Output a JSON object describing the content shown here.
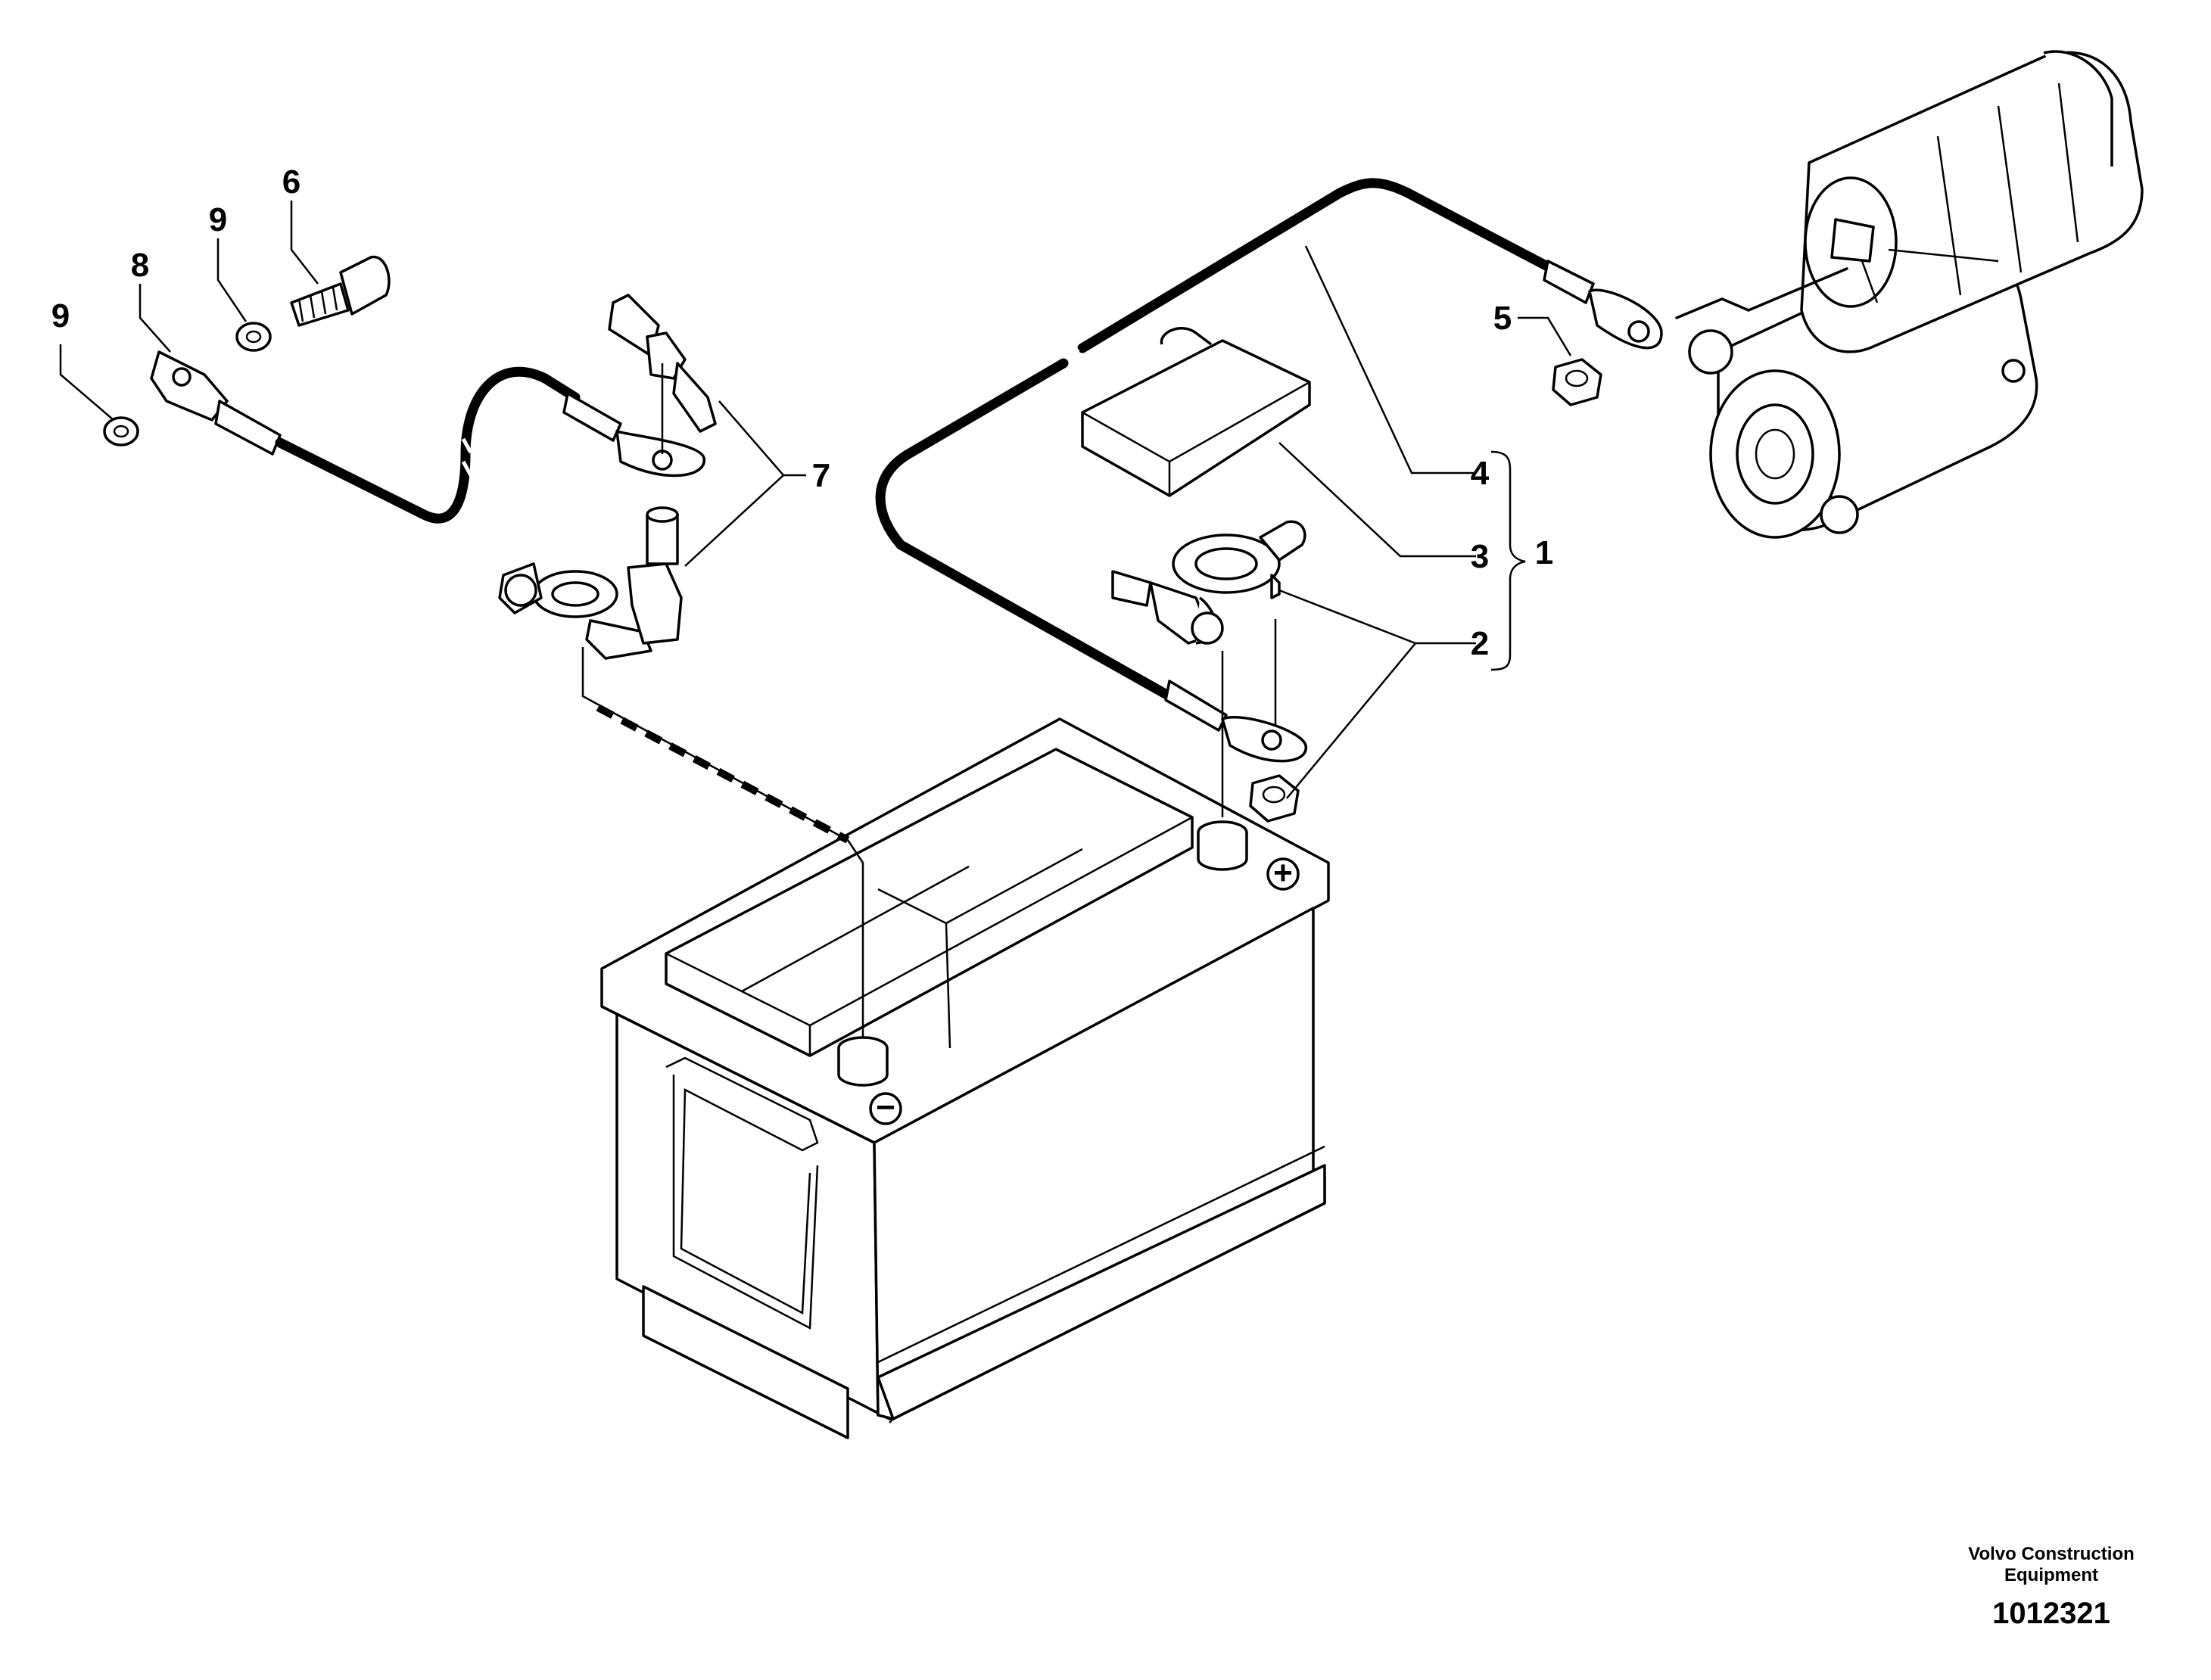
{
  "callouts": {
    "c1": "1",
    "c2": "2",
    "c3": "3",
    "c4": "4",
    "c5": "5",
    "c6": "6",
    "c7": "7",
    "c8": "8",
    "c9a": "9",
    "c9b": "9"
  },
  "battery_symbols": {
    "positive": "+",
    "negative": "−"
  },
  "footer": {
    "brand_line1": "Volvo Construction",
    "brand_line2": "Equipment",
    "figure_number": "1012321"
  }
}
